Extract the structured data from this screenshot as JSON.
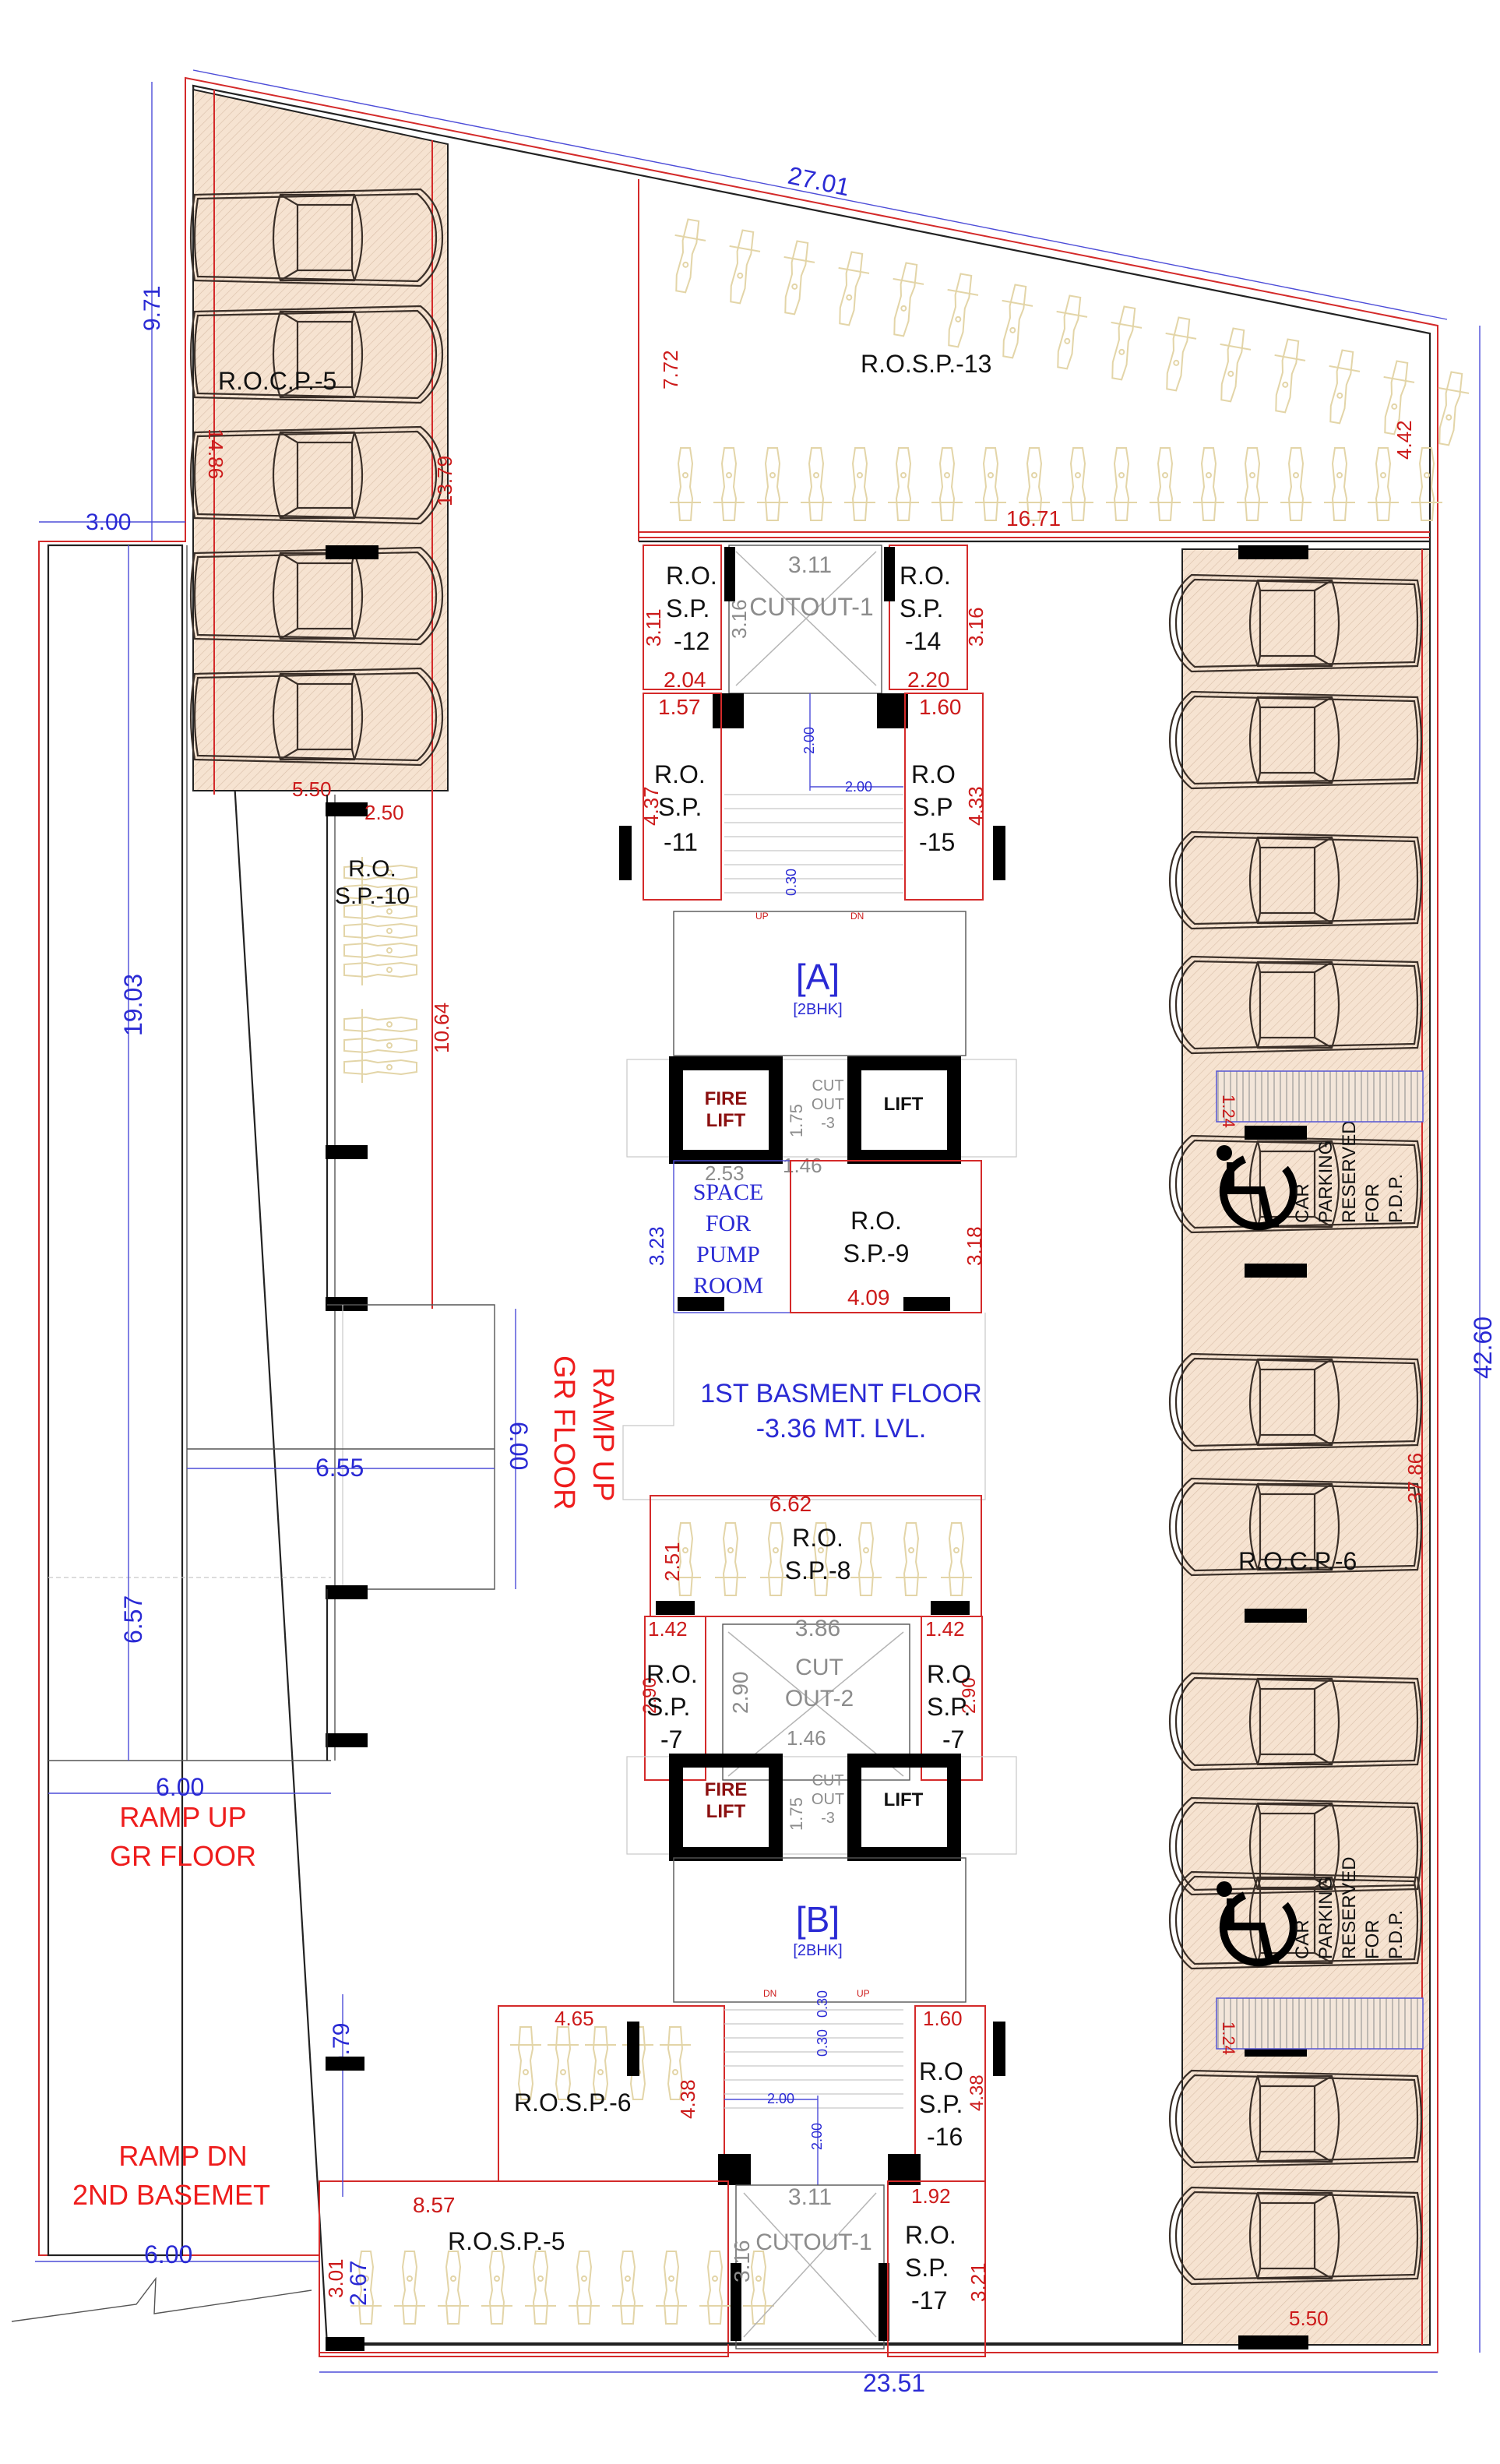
{
  "drawing": {
    "floor_title": "1ST BASMENT FLOOR",
    "floor_level": "-3.36 MT. LVL.",
    "colors": {
      "covered_parking_fill": "#f6e3d1",
      "dimension_red": "#cc1a1a",
      "dimension_blue": "#2a2ad4",
      "ramp_label": "#ee1c1c",
      "bike_symbol": "#e3d5a8"
    }
  },
  "zones": {
    "rocp5": "R.O.C.P.-5",
    "rosp13": "R.O.S.P.-13",
    "rocp6": "R.O.C.P.-6",
    "rosp6": "R.O.S.P.-6",
    "rosp5": "R.O.S.P.-5",
    "sp10": [
      "R.O.",
      "S.P.-10"
    ],
    "sp12": [
      "R.O.",
      "S.P.",
      "-12"
    ],
    "sp14": [
      "R.O.",
      "S.P.",
      "-14"
    ],
    "sp11": [
      "R.O.",
      "S.P.",
      "-11"
    ],
    "sp15": [
      "R.O",
      "S.P",
      "-15"
    ],
    "sp9": [
      "R.O.",
      "S.P.-9"
    ],
    "sp8": [
      "R.O.",
      "S.P.-8"
    ],
    "sp7_left": [
      "R.O.",
      "S.P.",
      "-7"
    ],
    "sp7_right": [
      "R.O",
      "S.P.",
      "-7"
    ],
    "sp16": [
      "R.O",
      "S.P.",
      "-16"
    ],
    "sp17": [
      "R.O.",
      "S.P.",
      "-17"
    ],
    "cutout1_top": "CUTOUT-1",
    "cutout1_bottom": "CUTOUT-1",
    "cutout2": [
      "CUT",
      "OUT-2"
    ],
    "cutout3": [
      "CUT",
      "OUT",
      "-3"
    ],
    "pump_room": [
      "SPACE",
      "FOR",
      "PUMP",
      "ROOM"
    ],
    "fire_lift": [
      "FIRE",
      "LIFT"
    ],
    "lift": "LIFT",
    "core_a": "[A]",
    "core_a_type": "[2BHK]",
    "core_b": "[B]",
    "core_b_type": "[2BHK]",
    "stair_up": "UP",
    "stair_dn": "DN",
    "pdp_label": [
      "CAR",
      "PARKING",
      "RESERVED",
      "FOR",
      "P.D.P."
    ]
  },
  "ramps": {
    "ramp_up_vertical": [
      "RAMP UP",
      "GR FLOOR"
    ],
    "ramp_up_horizontal": [
      "RAMP UP",
      "GR FLOOR"
    ],
    "ramp_down": [
      "RAMP DN",
      "2ND BASEMET"
    ]
  },
  "dimensions": {
    "blue": {
      "top_diagonal": "27.01",
      "left_top": "9.71",
      "left_offset": "3.00",
      "left_mid": "19.03",
      "ramp_width": "6.55",
      "ramp_length": "6.00",
      "left_lower": "6.57",
      "ramp_up_width": "6.00",
      "ramp_dn_gap": "9.79",
      "ramp_dn_width": "6.00",
      "bottom_left_267": "2.67",
      "bottom_total": "23.51",
      "right_total": "42.60",
      "pump_room_height": "3.23",
      "stair_a_v": "2.00",
      "stair_a_h": "2.00",
      "stair_a_tread": "0.30",
      "stair_b_v": "2.00",
      "stair_b_h": "2.00",
      "stair_b_tread1": "0.30",
      "stair_b_tread2": "0.30"
    },
    "red": {
      "rocp5_diag": "14.86",
      "rocp5_right": "13.79",
      "rocp5_width": "5.50",
      "sp10_width": "2.50",
      "sp10_length": "10.64",
      "rosp13_left": "7.72",
      "rosp13_right": "4.42",
      "rosp13_width": "16.71",
      "sp12_h": "3.11",
      "sp12_w": "2.04",
      "sp14_h": "3.16",
      "sp14_w": "2.20",
      "sp11_w": "1.57",
      "sp11_h": "4.37",
      "sp15_w": "1.60",
      "sp15_h": "4.33",
      "sp9_h": "3.18",
      "sp9_w": "4.09",
      "sp8_w": "6.62",
      "sp8_h": "2.51",
      "sp7l_w": "1.42",
      "sp7l_h": "2.90",
      "sp7r_w": "1.42",
      "sp7r_h": "2.90",
      "rocp6_len": "37.86",
      "pdp_ramp1": "1.24",
      "pdp_ramp2": "1.24",
      "rocp6_width": "5.50",
      "rosp6_w": "4.65",
      "rosp6_h": "4.38",
      "sp16_w": "1.60",
      "sp16_h": "4.38",
      "rosp5_w": "8.57",
      "rosp5_h": "3.01",
      "sp17_w": "1.92",
      "sp17_h": "3.21"
    },
    "grey": {
      "cutout1_top_w": "3.11",
      "cutout1_top_h": "3.16",
      "cutout3_a_w": "2.53",
      "cutout3_a_gap": "1.46",
      "cutout3_a_h": "1.75",
      "cutout2_w": "3.86",
      "cutout2_h": "2.90",
      "cutout3_b_w": "1.46",
      "cutout3_b_h": "1.75",
      "cutout1_bot_w": "3.11",
      "cutout1_bot_h": "3.16"
    }
  }
}
